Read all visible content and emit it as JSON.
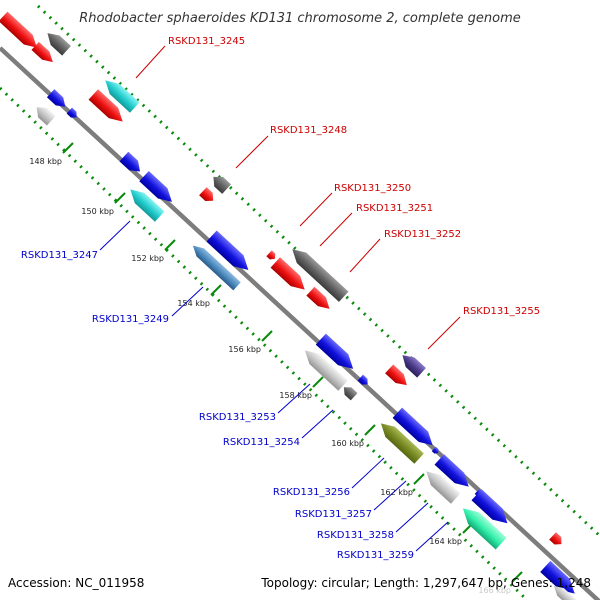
{
  "title": "Rhodobacter sphaeroides KD131 chromosome 2, complete genome",
  "footer": {
    "accession": "Accession: NC_011958",
    "topology": "Topology: circular; Length: 1,297,647 bp; Genes: 1,248"
  },
  "colors": {
    "backbone": "#7d7d7d",
    "tick_track": "#0a8a0a",
    "forward_label": "#cc0000",
    "reverse_label": "#0000cc"
  },
  "ticks": [
    "148 kbp",
    "150 kbp",
    "152 kbp",
    "154 kbp",
    "156 kbp",
    "158 kbp",
    "160 kbp",
    "162 kbp",
    "164 kbp",
    "166 kbp"
  ],
  "forward_labels": [
    "RSKD131_3245",
    "RSKD131_3248",
    "RSKD131_3250",
    "RSKD131_3251",
    "RSKD131_3252",
    "RSKD131_3255"
  ],
  "reverse_labels": [
    "RSKD131_3247",
    "RSKD131_3249",
    "RSKD131_3253",
    "RSKD131_3254",
    "RSKD131_3256",
    "RSKD131_3257",
    "RSKD131_3258",
    "RSKD131_3259"
  ],
  "gene_colors": [
    "#ee1111",
    "#606060",
    "#22cccc",
    "#1111dd",
    "#bbbbbb",
    "#4a88bb",
    "#778822",
    "#33eeaa",
    "#4a3a88"
  ]
}
